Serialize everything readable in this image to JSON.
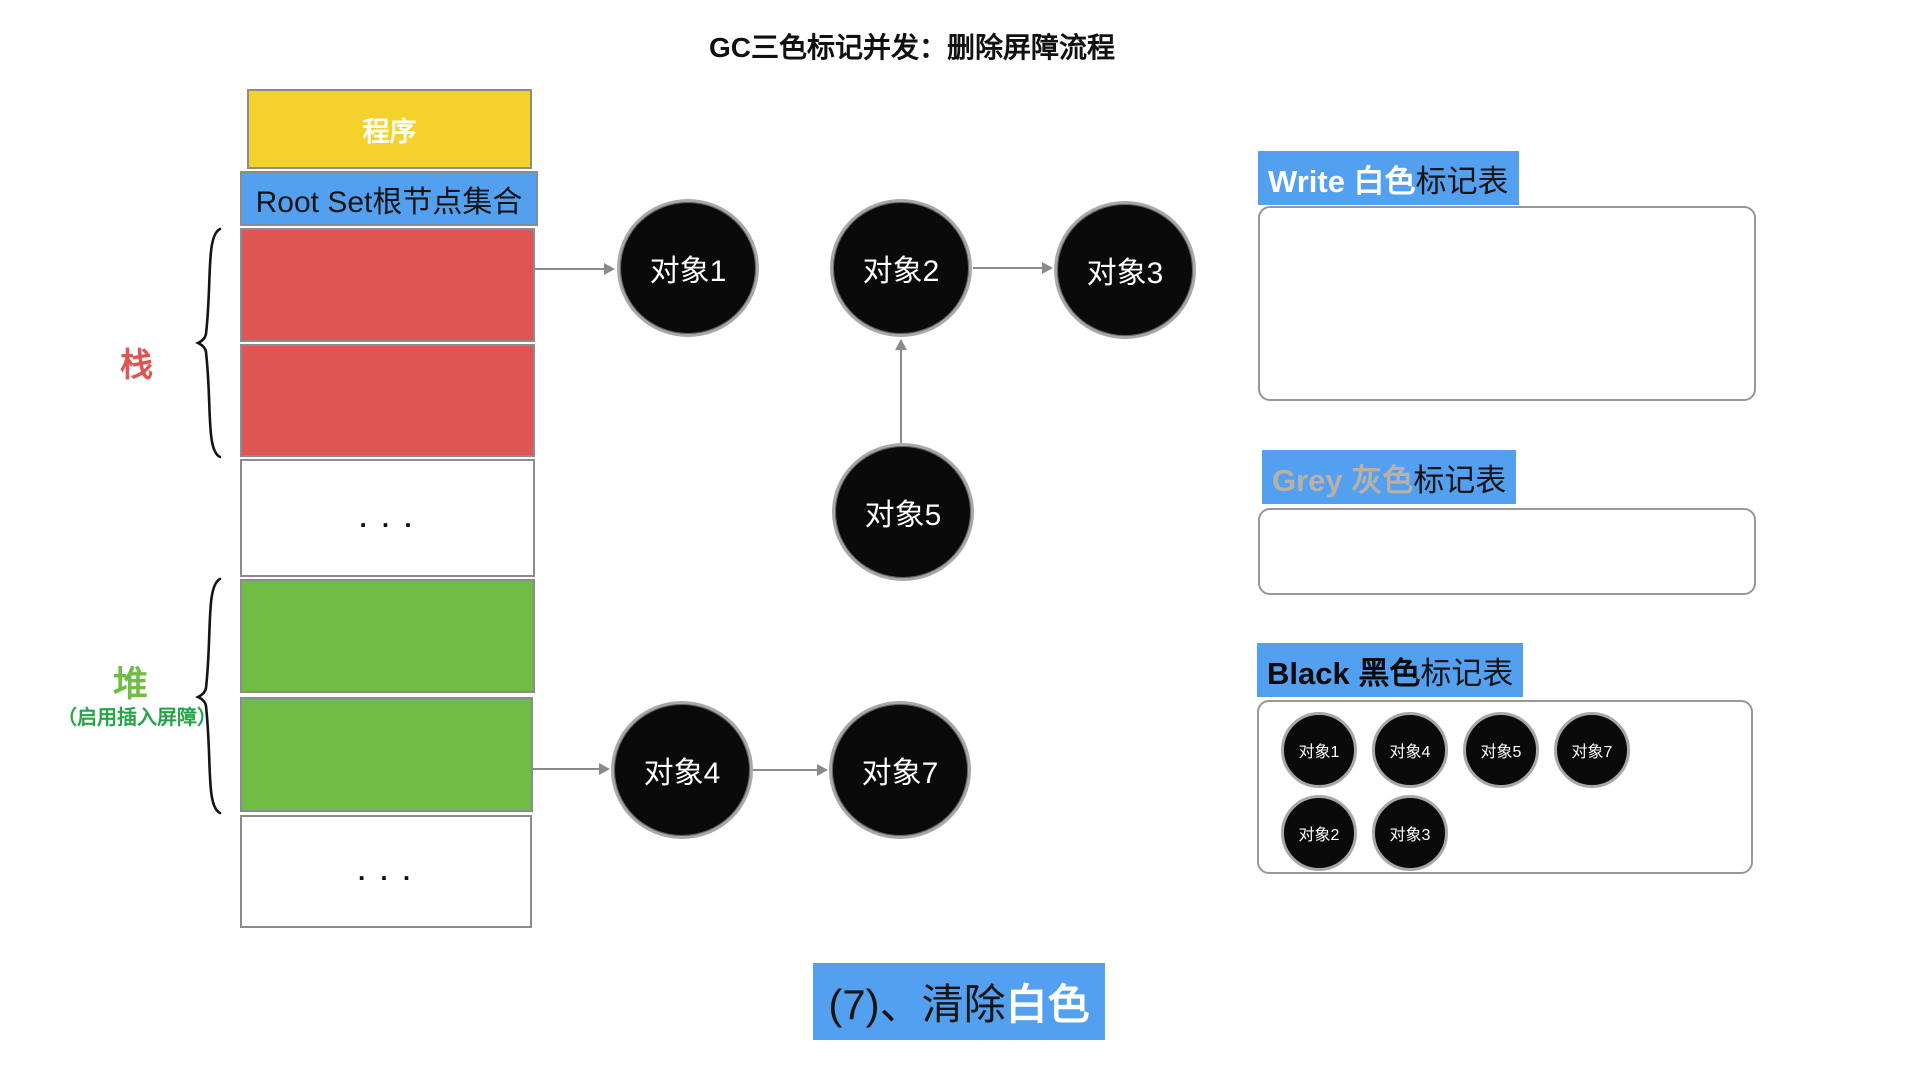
{
  "title": "GC三色标记并发：删除屏障流程",
  "memory": {
    "program": "程序",
    "root_set": "Root Set根节点集合",
    "stack_label": "栈",
    "heap_label": "堆",
    "heap_note": "（启用插入屏障）",
    "ellipsis_top": ". . .",
    "ellipsis_bottom": ". . ."
  },
  "graph": {
    "node1": "对象1",
    "node2": "对象2",
    "node3": "对象3",
    "node4": "对象4",
    "node5": "对象5",
    "node7": "对象7"
  },
  "tables": {
    "white": {
      "title_en": "Write 白色",
      "title_zh": "标记表",
      "items": []
    },
    "grey": {
      "title_en": "Grey 灰色",
      "title_zh": "标记表",
      "items": []
    },
    "black": {
      "title_en": "Black 黑色",
      "title_zh": "标记表",
      "items": [
        "对象1",
        "对象4",
        "对象5",
        "对象7",
        "对象2",
        "对象3"
      ]
    }
  },
  "caption": {
    "step": "(7)、清除",
    "highlight": "白色"
  },
  "colors": {
    "accent_blue": "#54A0F0",
    "stack_red": "#E05452",
    "heap_green": "#6FBD45",
    "program_yellow": "#F5D22B",
    "grey_text": "#B9B1A6",
    "node_black": "#0a0a0a",
    "arrow_grey": "#8a8a8a"
  }
}
